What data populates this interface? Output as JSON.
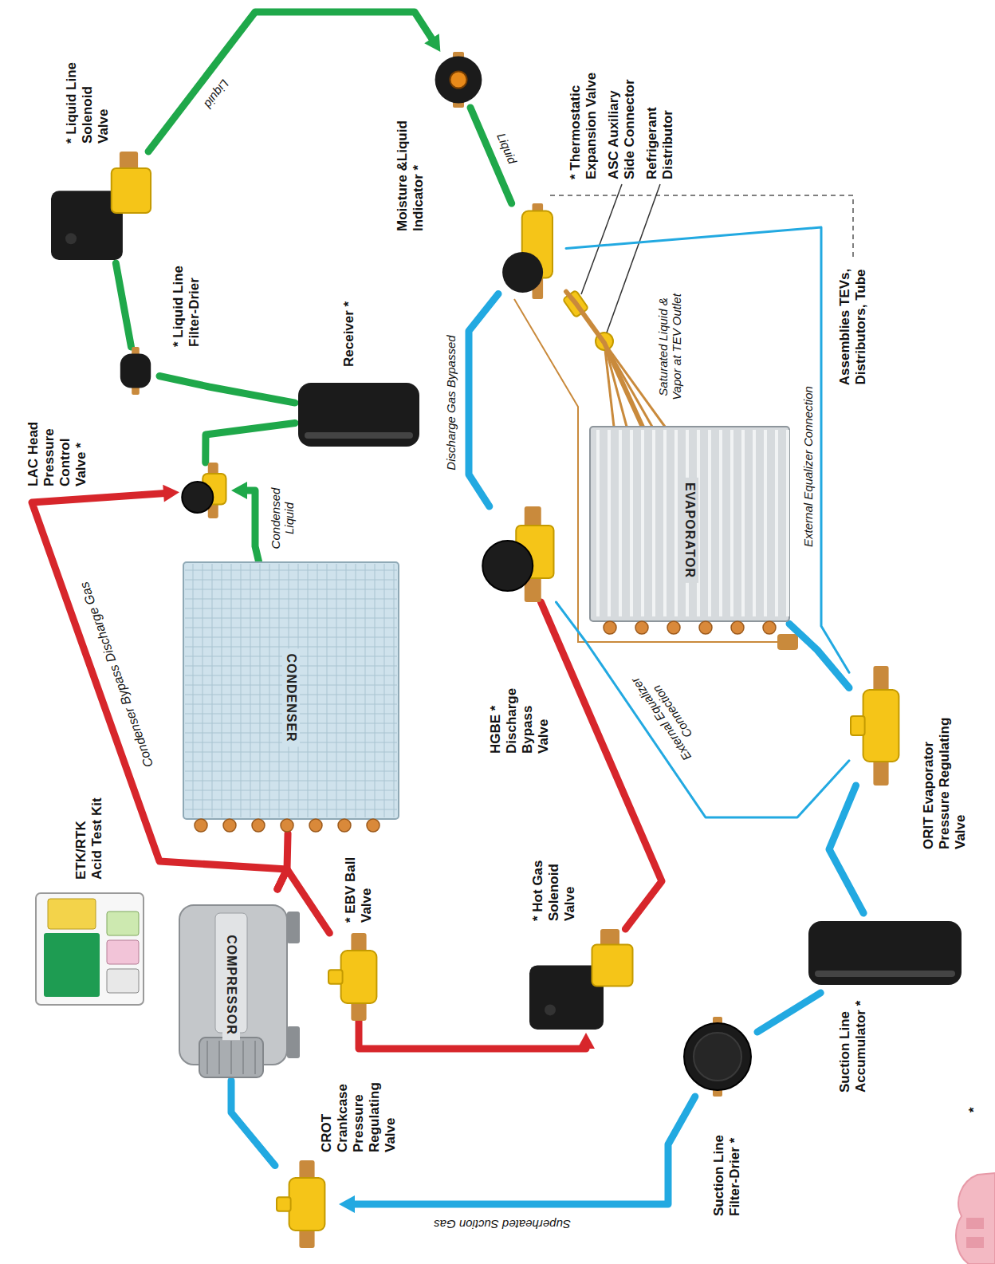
{
  "diagram": {
    "nodes": [
      {
        "text": [
          "ETK/RTK Acid Test Kit"
        ]
      },
      {
        "text": [
          "COMPRESSOR"
        ]
      },
      {
        "text": [
          "* EBV Ball Valve"
        ]
      },
      {
        "text": [
          "CONDENSER"
        ]
      },
      {
        "text": [
          "LAC Head Pressure Control Valve *"
        ]
      },
      {
        "text": [
          "Receiver *"
        ]
      },
      {
        "text": [
          "* Liquid Line Filter-Drier"
        ]
      },
      {
        "text": [
          "* Liquid Line Solenoid Valve"
        ]
      },
      {
        "text": [
          "Moisture &Liquid Indicator *"
        ]
      },
      {
        "text": [
          "* Thermostatic Expansion Valve"
        ]
      },
      {
        "text": [
          "EVAPORATOR"
        ]
      },
      {
        "text": [
          "* Hot Gas Solenoid Valve"
        ]
      },
      {
        "text": [
          "HGBE * Discharge Bypass Valve"
        ]
      },
      {
        "text": [
          "ORIT Evaporator Pressure Regulating Valve"
        ]
      },
      {
        "text": [
          "Suction Line Accumulator *"
        ]
      },
      {
        "text": [
          "Suction Line Filter-Drier *"
        ]
      },
      {
        "text": [
          "CROT Crankcase Pressure Regulating Valve"
        ]
      }
    ],
    "edges": [
      {
        "from": 1,
        "to": 3,
        "arrow": "none"
      },
      {
        "from": 1,
        "to": 4,
        "label": "Condenser Bypass Discharge Gas",
        "arrow": "to"
      },
      {
        "from": 1,
        "to": 2,
        "arrow": "none"
      },
      {
        "from": 3,
        "to": 4,
        "label": "Condensed Liquid",
        "arrow": "to"
      },
      {
        "from": 4,
        "to": 5,
        "arrow": "none"
      },
      {
        "from": 5,
        "to": 6,
        "arrow": "none"
      },
      {
        "from": 6,
        "to": 7,
        "arrow": "none"
      },
      {
        "from": 7,
        "to": 8,
        "label": "Liquid",
        "arrow": "to"
      },
      {
        "from": 8,
        "to": 9,
        "label": "Liquid",
        "arrow": "none"
      },
      {
        "from": 9,
        "to": 10,
        "label": "Saturated Liquid & Vapor at TEV Outlet",
        "arrow": "none"
      },
      {
        "from": 2,
        "to": 11,
        "arrow": "to"
      },
      {
        "from": 11,
        "to": 12,
        "arrow": "none"
      },
      {
        "from": 12,
        "to": 9,
        "label": "Discharge Gas Bypassed",
        "arrow": "none"
      },
      {
        "from": 12,
        "to": 13,
        "label": "External Equalizer Connection",
        "arrow": "none"
      },
      {
        "from": 9,
        "to": 13,
        "label": "External Equalizer Connection",
        "arrow": "none"
      },
      {
        "from": 10,
        "to": 13,
        "arrow": "none"
      },
      {
        "from": 13,
        "to": 14,
        "arrow": "none"
      },
      {
        "from": 14,
        "to": 15,
        "arrow": "none"
      },
      {
        "from": 15,
        "to": 16,
        "label": "Superheated Suction Gas",
        "arrow": "to"
      },
      {
        "from": 16,
        "to": 1,
        "arrow": "none"
      }
    ],
    "labels": [
      "ASC Auxiliary Side Connector",
      "Refrigerant Distributor",
      "Assemblies TEVs, Distributors, Tube",
      "*"
    ]
  }
}
